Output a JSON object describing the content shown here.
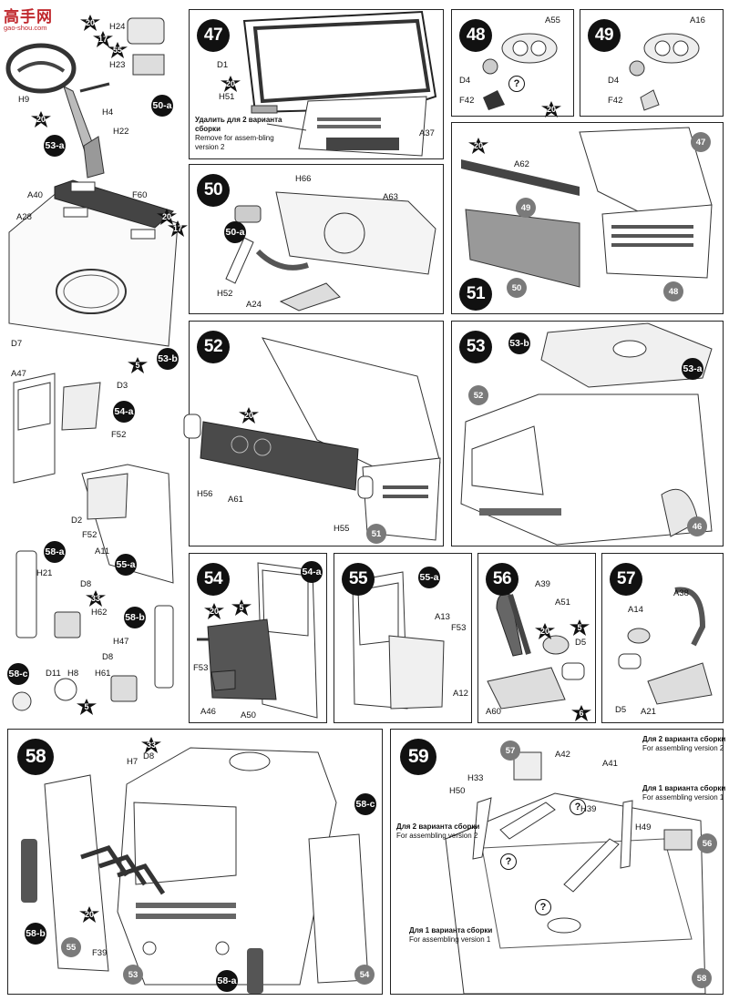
{
  "watermark": {
    "text": "高手网",
    "url": "gao-shou.com"
  },
  "common": {
    "question": "?"
  },
  "loose": {
    "stars": [
      "20",
      "17",
      "55",
      "20",
      "20",
      "17",
      "5",
      "33",
      "5"
    ],
    "subs": [
      "50-a",
      "53-a",
      "53-b",
      "54-a",
      "55-a",
      "58-a",
      "58-b",
      "58-c"
    ],
    "labels": [
      "H24",
      "H23",
      "H9",
      "H4",
      "H22",
      "A40",
      "F60",
      "A28",
      "D7",
      "A47",
      "D3",
      "F52",
      "D2",
      "F52",
      "A11",
      "H21",
      "D8",
      "H62",
      "H47",
      "D8",
      "H61",
      "D11",
      "H8"
    ]
  },
  "steps": {
    "s47": {
      "num": "47",
      "labels": [
        "D1",
        "H51",
        "A37"
      ],
      "star": "20",
      "note_ru": "Удалить для 2 варианта сборки",
      "note_en": "Remove for assem-bling version 2"
    },
    "s48": {
      "num": "48",
      "labels": [
        "A55",
        "D4",
        "F42"
      ],
      "star": "20"
    },
    "s49": {
      "num": "49",
      "labels": [
        "A16",
        "D4",
        "F42"
      ]
    },
    "s50": {
      "num": "50",
      "labels": [
        "H66",
        "A63",
        "H52",
        "A24"
      ],
      "sub": "50-a"
    },
    "s51": {
      "num": "51",
      "labels": [
        "A62"
      ],
      "star": "20",
      "refs": [
        "47",
        "49",
        "50",
        "48"
      ]
    },
    "s52": {
      "num": "52",
      "labels": [
        "H56",
        "A61",
        "H55"
      ],
      "star": "20",
      "refs": [
        "51"
      ]
    },
    "s53": {
      "num": "53",
      "subs": [
        "53-b",
        "53-a"
      ],
      "refs": [
        "52",
        "46"
      ]
    },
    "s54": {
      "num": "54",
      "labels": [
        "F53",
        "A46",
        "A50"
      ],
      "stars": [
        "20",
        "5"
      ],
      "sub": "54-a"
    },
    "s55": {
      "num": "55",
      "labels": [
        "A13",
        "F53",
        "A12"
      ],
      "sub": "55-a"
    },
    "s56": {
      "num": "56",
      "labels": [
        "A39",
        "A51",
        "D5",
        "A60"
      ],
      "stars": [
        "20",
        "5",
        "6"
      ]
    },
    "s57": {
      "num": "57",
      "labels": [
        "A38",
        "A14",
        "D5",
        "A21"
      ]
    },
    "s58": {
      "num": "58",
      "labels": [
        "H7",
        "D8",
        "F39"
      ],
      "stars": [
        "33",
        "20"
      ],
      "subs": [
        "58-c",
        "58-b",
        "58-a"
      ],
      "refs": [
        "55",
        "53",
        "54"
      ]
    },
    "s59": {
      "num": "59",
      "labels": [
        "A42",
        "A41",
        "H33",
        "H50",
        "H39",
        "H49"
      ],
      "refs": [
        "57",
        "56",
        "58"
      ],
      "v2a_ru": "Для 2 варианта сборки",
      "v2a_en": "For assembling version 2",
      "v1a_ru": "Для 1 варианта сборки",
      "v1a_en": "For assembling version 1",
      "v2b_ru": "Для 2 варианта сборки",
      "v2b_en": "For assembling version 2",
      "v1b_ru": "Для 1 варианта сборки",
      "v1b_en": "For assembling version 1"
    }
  }
}
